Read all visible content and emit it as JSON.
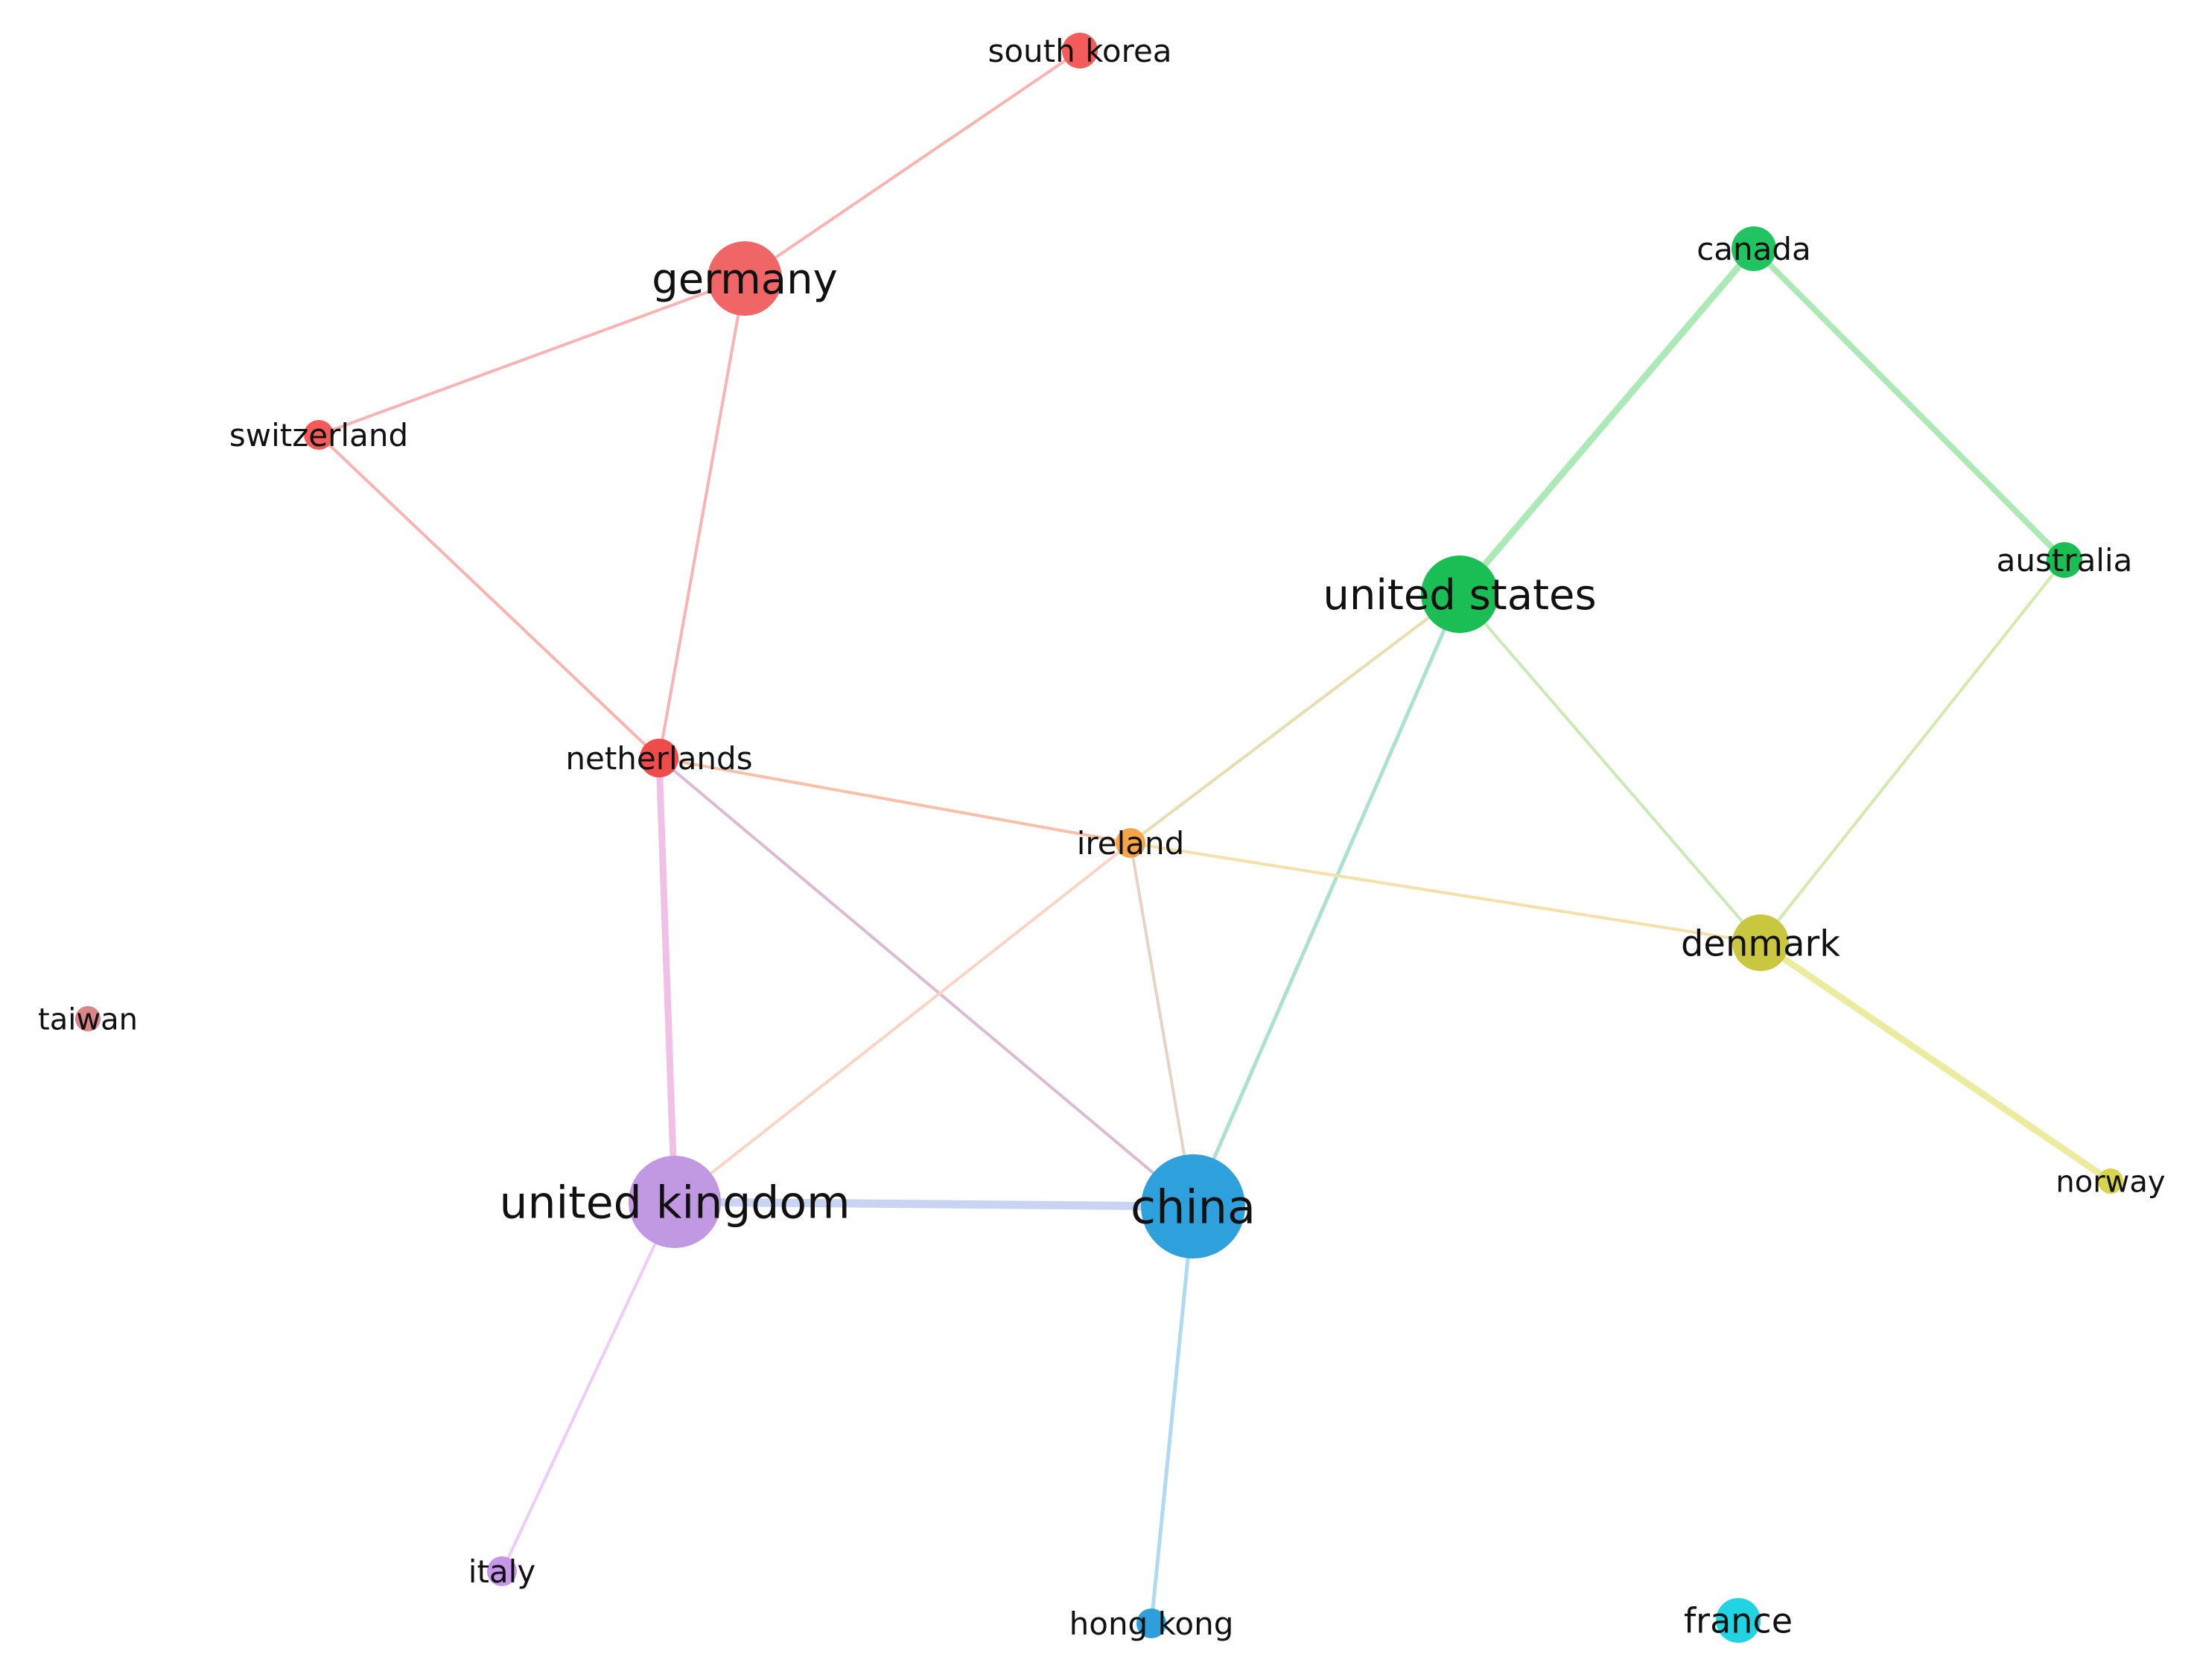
{
  "network": {
    "nodes": [
      {
        "id": "south_korea",
        "label": "south korea",
        "color": "#f45b5b"
      },
      {
        "id": "germany",
        "label": "germany",
        "color": "#f06565"
      },
      {
        "id": "switzerland",
        "label": "switzerland",
        "color": "#f35a5a"
      },
      {
        "id": "netherlands",
        "label": "netherlands",
        "color": "#ef4b4b"
      },
      {
        "id": "taiwan",
        "label": "taiwan",
        "color": "#d88686"
      },
      {
        "id": "canada",
        "label": "canada",
        "color": "#22c461"
      },
      {
        "id": "united_states",
        "label": "united states",
        "color": "#1bbd55"
      },
      {
        "id": "australia",
        "label": "australia",
        "color": "#1bbd55"
      },
      {
        "id": "ireland",
        "label": "ireland",
        "color": "#f6a546"
      },
      {
        "id": "denmark",
        "label": "denmark",
        "color": "#c9c640"
      },
      {
        "id": "norway",
        "label": "norway",
        "color": "#d7d54c"
      },
      {
        "id": "united_kingdom",
        "label": "united kingdom",
        "color": "#c199e3"
      },
      {
        "id": "china",
        "label": "china",
        "color": "#2ea0db"
      },
      {
        "id": "italy",
        "label": "italy",
        "color": "#c597e6"
      },
      {
        "id": "hong_kong",
        "label": "hong kong",
        "color": "#2e9fd8"
      },
      {
        "id": "france",
        "label": "france",
        "color": "#22d3e1"
      }
    ],
    "edges": [
      {
        "from": "south_korea",
        "to": "germany",
        "color": "#f7b1ae"
      },
      {
        "from": "germany",
        "to": "switzerland",
        "color": "#f7b1ae"
      },
      {
        "from": "germany",
        "to": "netherlands",
        "color": "#f7b1ae"
      },
      {
        "from": "switzerland",
        "to": "netherlands",
        "color": "#f7b1ae"
      },
      {
        "from": "netherlands",
        "to": "ireland",
        "color": "#f8bca5"
      },
      {
        "from": "netherlands",
        "to": "china",
        "color": "#d8b9d2"
      },
      {
        "from": "netherlands",
        "to": "united_kingdom",
        "color": "#f1bde6"
      },
      {
        "from": "canada",
        "to": "united_states",
        "color": "#a9e8b4"
      },
      {
        "from": "canada",
        "to": "australia",
        "color": "#a9e8b4"
      },
      {
        "from": "united_states",
        "to": "ireland",
        "color": "#e6ddaa"
      },
      {
        "from": "united_states",
        "to": "china",
        "color": "#a6e0cf"
      },
      {
        "from": "united_states",
        "to": "denmark",
        "color": "#c8e8b0"
      },
      {
        "from": "australia",
        "to": "denmark",
        "color": "#d0eaa9"
      },
      {
        "from": "ireland",
        "to": "denmark",
        "color": "#f6dfa5"
      },
      {
        "from": "ireland",
        "to": "united_kingdom",
        "color": "#fad3c2"
      },
      {
        "from": "ireland",
        "to": "china",
        "color": "#e4d1c1"
      },
      {
        "from": "denmark",
        "to": "norway",
        "color": "#ebeb9b"
      },
      {
        "from": "united_kingdom",
        "to": "china",
        "color": "#c7d2f2"
      },
      {
        "from": "united_kingdom",
        "to": "italy",
        "color": "#efc9f8"
      },
      {
        "from": "china",
        "to": "hong_kong",
        "color": "#acd8f2"
      }
    ]
  }
}
